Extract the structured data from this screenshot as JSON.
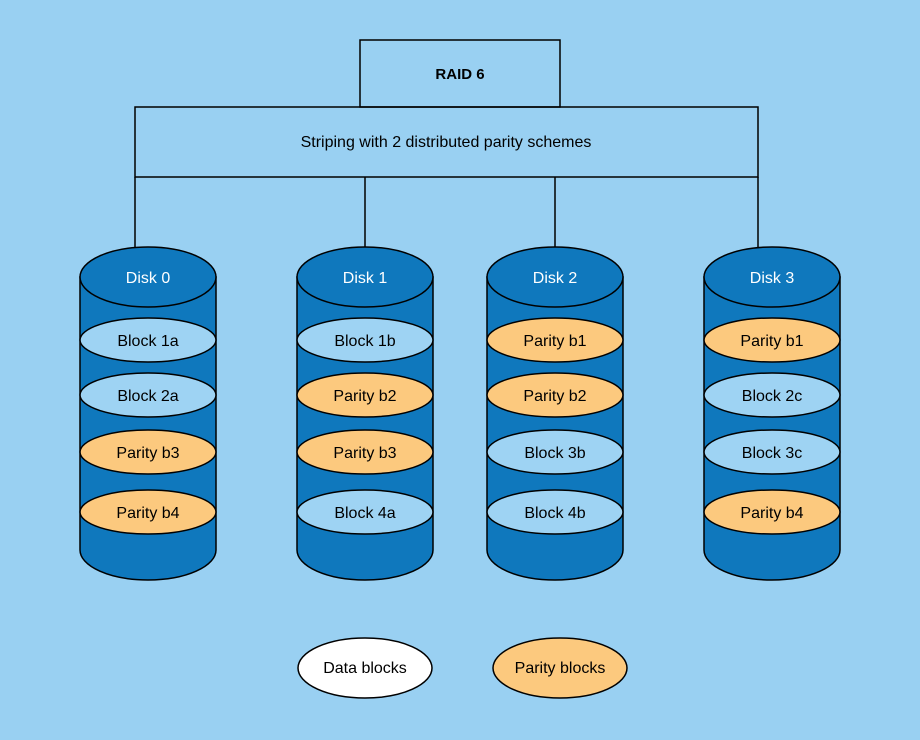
{
  "colors": {
    "background": "#99d0f2",
    "disk_body": "#0f78bd",
    "disk_outline": "#000000",
    "data_block": "#9ed3f3",
    "parity_block": "#fcc97e",
    "legend_data": "#ffffff",
    "legend_parity": "#fcc97e"
  },
  "header": {
    "title": "RAID 6",
    "subtitle": "Striping with 2 distributed parity schemes"
  },
  "disks": [
    {
      "label": "Disk 0",
      "blocks": [
        {
          "label": "Block 1a",
          "kind": "data"
        },
        {
          "label": "Block 2a",
          "kind": "data"
        },
        {
          "label": "Parity b3",
          "kind": "parity"
        },
        {
          "label": "Parity b4",
          "kind": "parity"
        }
      ]
    },
    {
      "label": "Disk 1",
      "blocks": [
        {
          "label": "Block 1b",
          "kind": "data"
        },
        {
          "label": "Parity b2",
          "kind": "parity"
        },
        {
          "label": "Parity b3",
          "kind": "parity"
        },
        {
          "label": "Block 4a",
          "kind": "data"
        }
      ]
    },
    {
      "label": "Disk 2",
      "blocks": [
        {
          "label": "Parity b1",
          "kind": "parity"
        },
        {
          "label": "Parity b2",
          "kind": "parity"
        },
        {
          "label": "Block 3b",
          "kind": "data"
        },
        {
          "label": "Block 4b",
          "kind": "data"
        }
      ]
    },
    {
      "label": "Disk 3",
      "blocks": [
        {
          "label": "Parity b1",
          "kind": "parity"
        },
        {
          "label": "Block 2c",
          "kind": "data"
        },
        {
          "label": "Block 3c",
          "kind": "data"
        },
        {
          "label": "Parity b4",
          "kind": "parity"
        }
      ]
    }
  ],
  "legend": {
    "data_label": "Data blocks",
    "parity_label": "Parity blocks"
  }
}
